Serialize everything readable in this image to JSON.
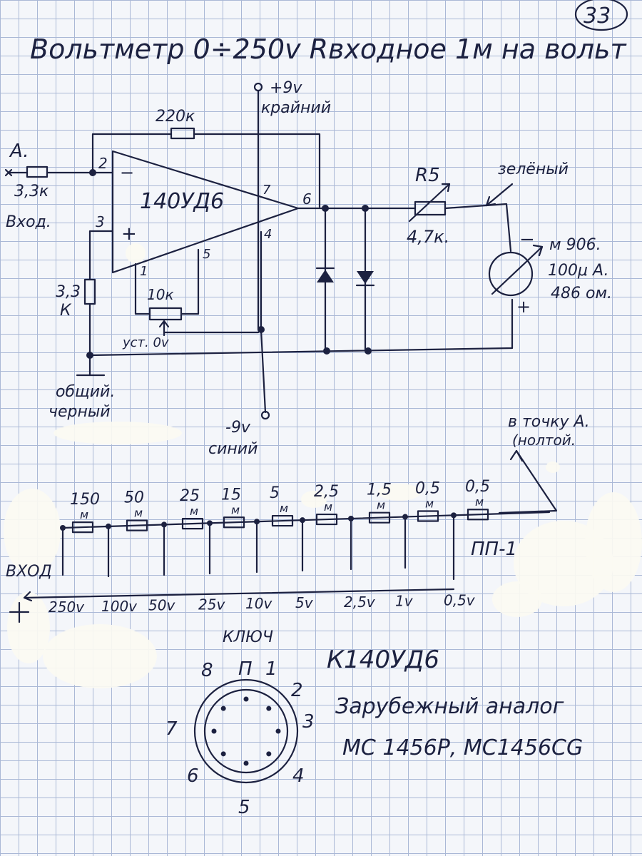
{
  "title": "Вольтметр 0÷250v Rвходное 1м на вольт",
  "page_number": "33",
  "supply": {
    "plus": "+9v",
    "plus_wire": "крайний",
    "minus": "-9v",
    "minus_wire": "синий",
    "common": "общий.",
    "common_wire": "черный"
  },
  "input": {
    "point": "A.",
    "resistor": "3,3к",
    "label": "Вход."
  },
  "opamp": {
    "name": "140УД6",
    "pins": [
      "1",
      "2",
      "3",
      "4",
      "5",
      "6",
      "7"
    ],
    "minus_sign": "−",
    "plus_sign": "+"
  },
  "feedback": {
    "resistor": "220к"
  },
  "bias_resistor": {
    "value": "3,3",
    "unit": "К"
  },
  "trim": {
    "value": "10к",
    "label": "уст. 0v"
  },
  "r5": {
    "name": "R5",
    "value": "4,7к."
  },
  "meter": {
    "wire": "зелёный",
    "model": "м 906.",
    "current": "100μ A.",
    "resistance": "486 ом.",
    "minus": "−",
    "plus": "+"
  },
  "divider": {
    "resistors": [
      "150 м",
      "50 м",
      "25 м",
      "15 м",
      "5 м",
      "2,5 м",
      "1,5 м",
      "0,5 м",
      "0,5 м"
    ],
    "ranges": [
      "250v",
      "100v",
      "50v",
      "25v",
      "10v",
      "5v",
      "2,5v",
      "1v",
      "0,5v"
    ],
    "input_label": "ВХОД",
    "switch": "ПП-1",
    "to_point": "в точку А.",
    "to_point_note": "(нолтой."
  },
  "pinout": {
    "title": "КЛЮЧ",
    "key": "П",
    "pins": [
      "1",
      "2",
      "3",
      "4",
      "5",
      "6",
      "7",
      "8"
    ]
  },
  "notes": {
    "chip": "К140УД6",
    "analog": "Зарубежный аналог",
    "parts": "МС 1456Р, МС1456СG"
  }
}
